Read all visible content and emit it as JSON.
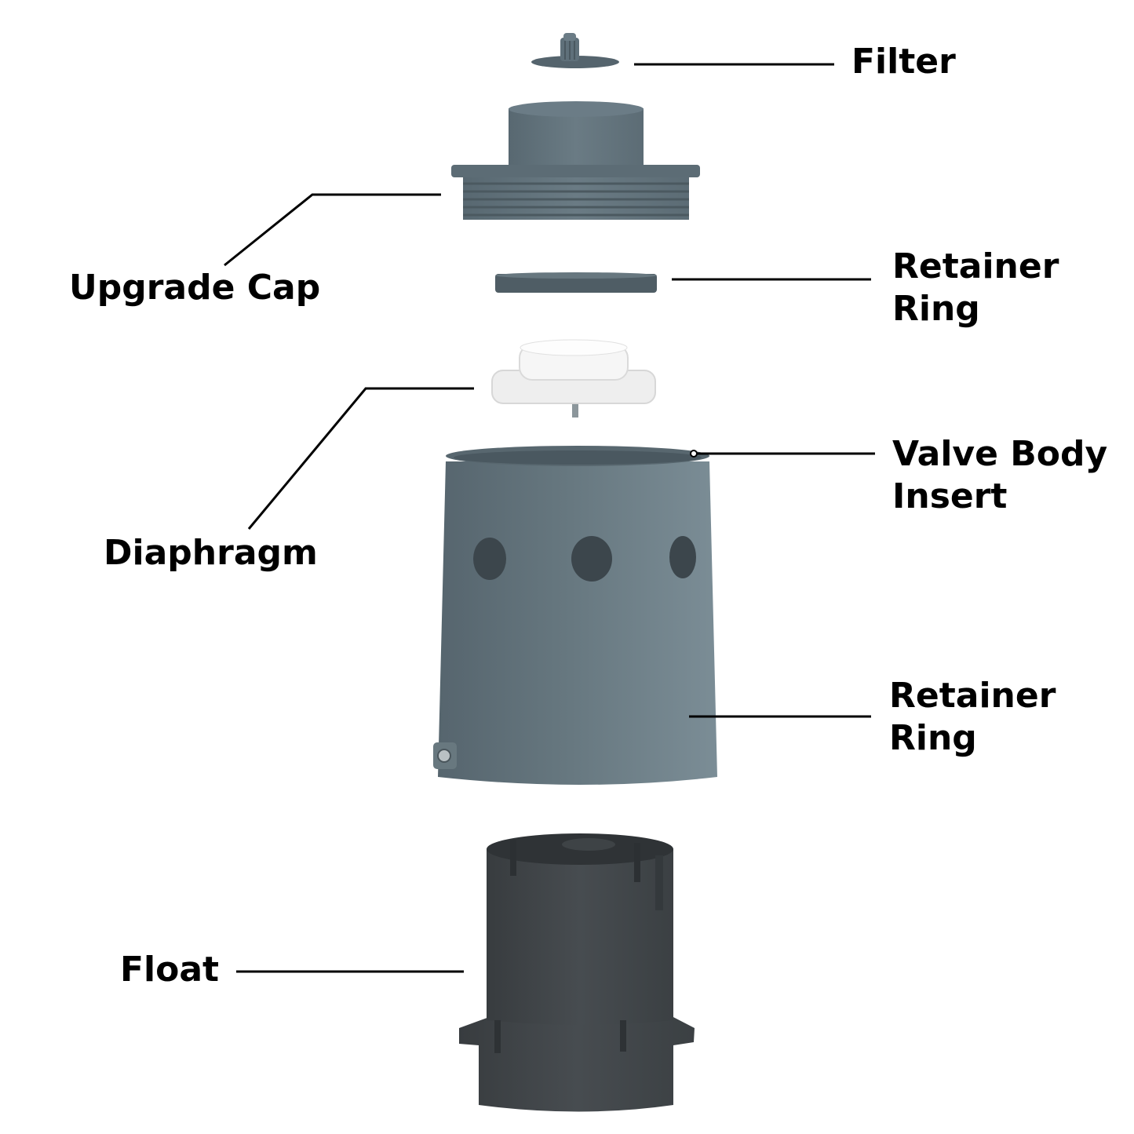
{
  "labels": {
    "filter": "Filter",
    "upgrade_cap": "Upgrade Cap",
    "retainer_ring_top": {
      "line1": "Retainer",
      "line2": "Ring"
    },
    "diaphragm": "Diaphragm",
    "valve_body_insert": {
      "line1": "Valve Body",
      "line2": "Insert"
    },
    "retainer_ring_bottom": {
      "line1": "Retainer",
      "line2": "Ring"
    },
    "float": "Float"
  },
  "colors": {
    "part_gray": "#5f7079",
    "part_gray_light": "#7c8d96",
    "part_gray_dark": "#46545c",
    "float_dark": "#3f4447",
    "diaphragm_white": "#f1f1f1",
    "leader_line": "#000000"
  }
}
